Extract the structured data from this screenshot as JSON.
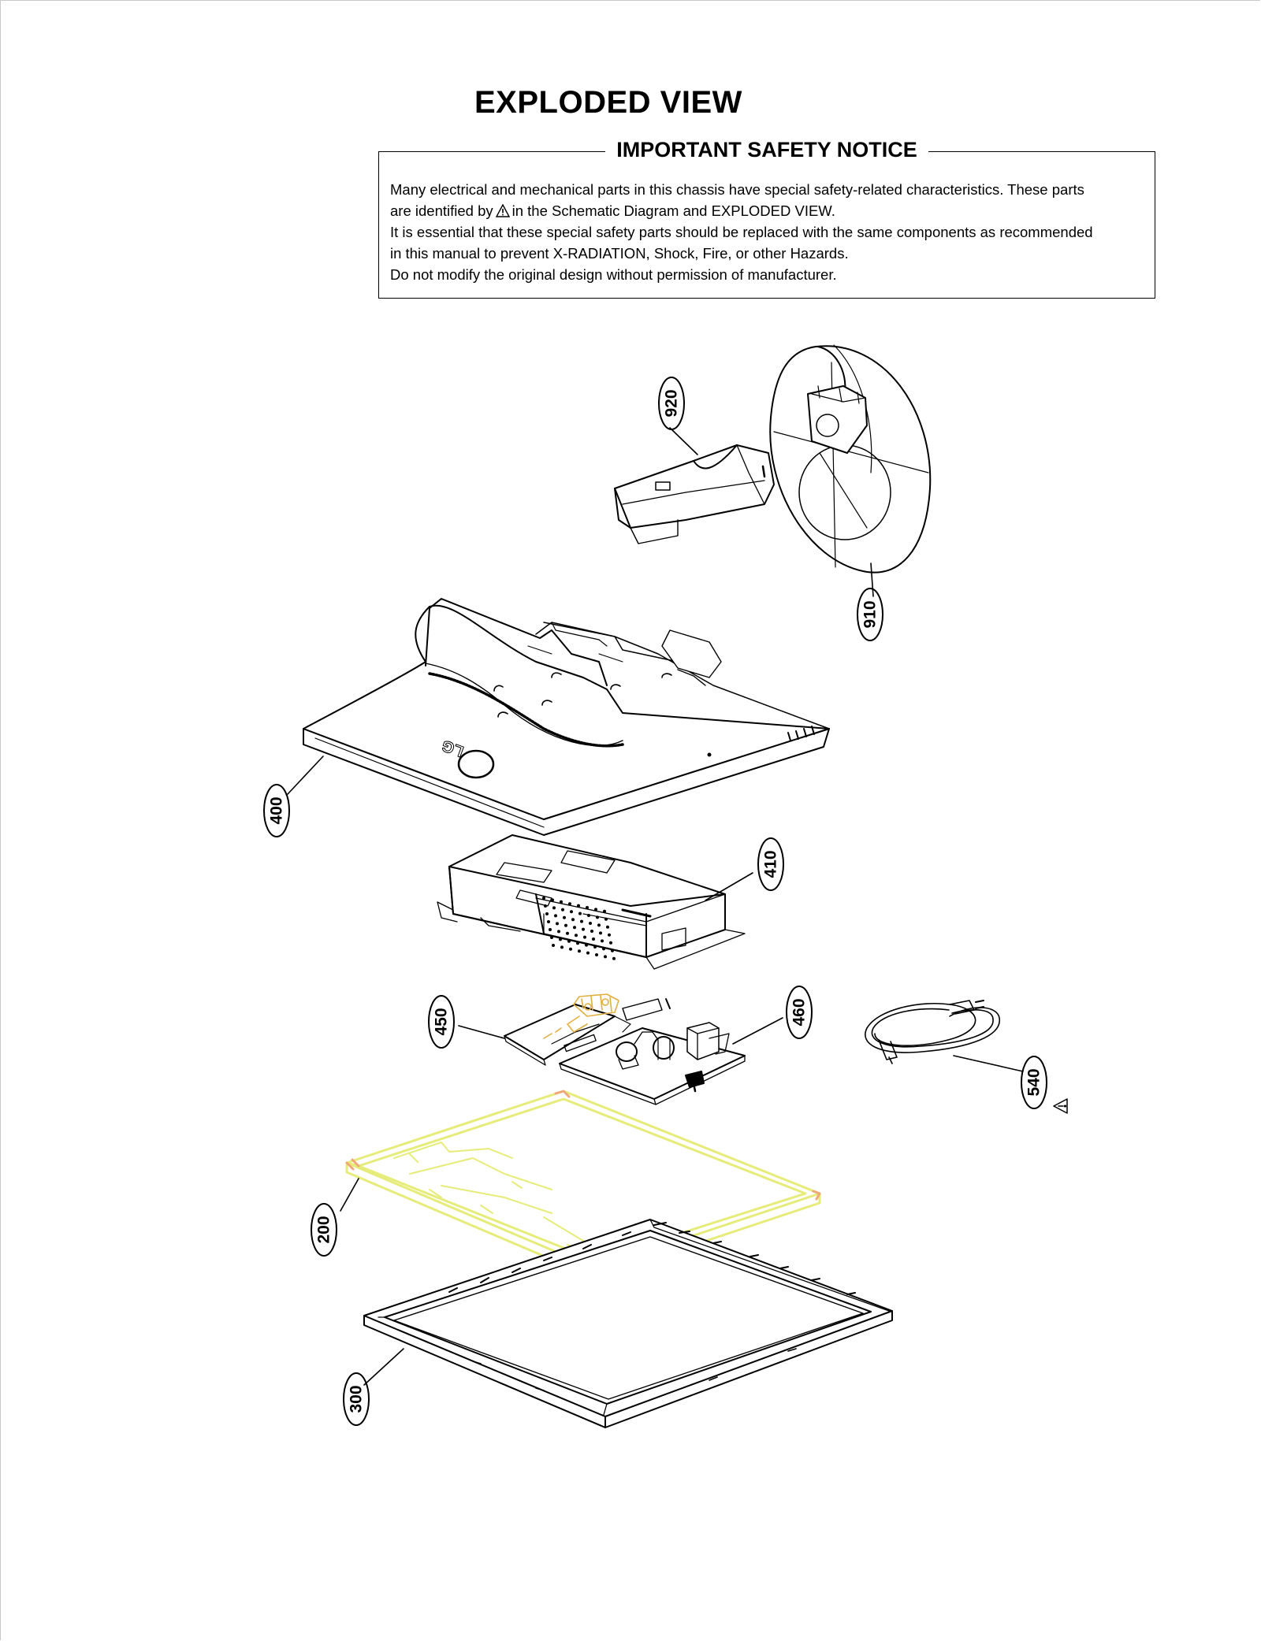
{
  "document": {
    "title": "EXPLODED VIEW",
    "notice": {
      "title": "IMPORTANT SAFETY NOTICE",
      "line1a": "Many electrical and mechanical parts in this chassis have special safety-related characteristics. These parts",
      "line1b_before": "are identified by",
      "line1b_after": "in the Schematic Diagram and EXPLODED VIEW.",
      "line2": "It is essential that these special safety parts should be replaced with the same components as recommended",
      "line3": "in this manual to prevent X-RADIATION, Shock, Fire, or other Hazards.",
      "line4": "Do not modify the original design without permission of manufacturer."
    }
  },
  "diagram": {
    "callouts": [
      {
        "id": "920",
        "label": "920"
      },
      {
        "id": "910",
        "label": "910"
      },
      {
        "id": "400",
        "label": "400"
      },
      {
        "id": "410",
        "label": "410"
      },
      {
        "id": "450",
        "label": "450"
      },
      {
        "id": "460",
        "label": "460"
      },
      {
        "id": "540",
        "label": "540"
      },
      {
        "id": "200",
        "label": "200"
      },
      {
        "id": "300",
        "label": "300"
      }
    ],
    "safety_marked_part": "540",
    "icons": {
      "safety_mark": "warning-triangle-icon"
    },
    "colors": {
      "line": "#000000",
      "frame_highlight": "#e6ec7a",
      "frame_corner": "#f0a878",
      "board_parts": "#e0b040"
    }
  }
}
